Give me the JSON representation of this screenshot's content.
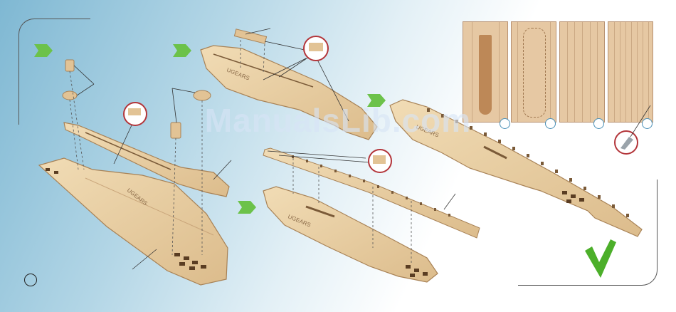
{
  "watermark": {
    "text": "ManualsLib.com"
  },
  "colors": {
    "plywood": "#e9cfa3",
    "plywood_edge": "#b08a5e",
    "arrow_green": "#6cc24a",
    "detail_ring": "#b3353a",
    "check_green": "#4caf2a",
    "frame": "#555555"
  },
  "parts": {
    "brand_engraving": "UGEARS"
  },
  "steps": [
    {
      "marker": "step-arrow",
      "icon": "green-arrow-icon"
    },
    {
      "marker": "step-arrow",
      "icon": "green-arrow-icon"
    },
    {
      "marker": "step-arrow",
      "icon": "green-arrow-icon"
    },
    {
      "marker": "step-arrow",
      "icon": "green-arrow-icon"
    }
  ],
  "icons": [
    "magnifier-detail-icon",
    "checkmark-icon",
    "cutter-knife-icon",
    "page-circle-icon"
  ]
}
